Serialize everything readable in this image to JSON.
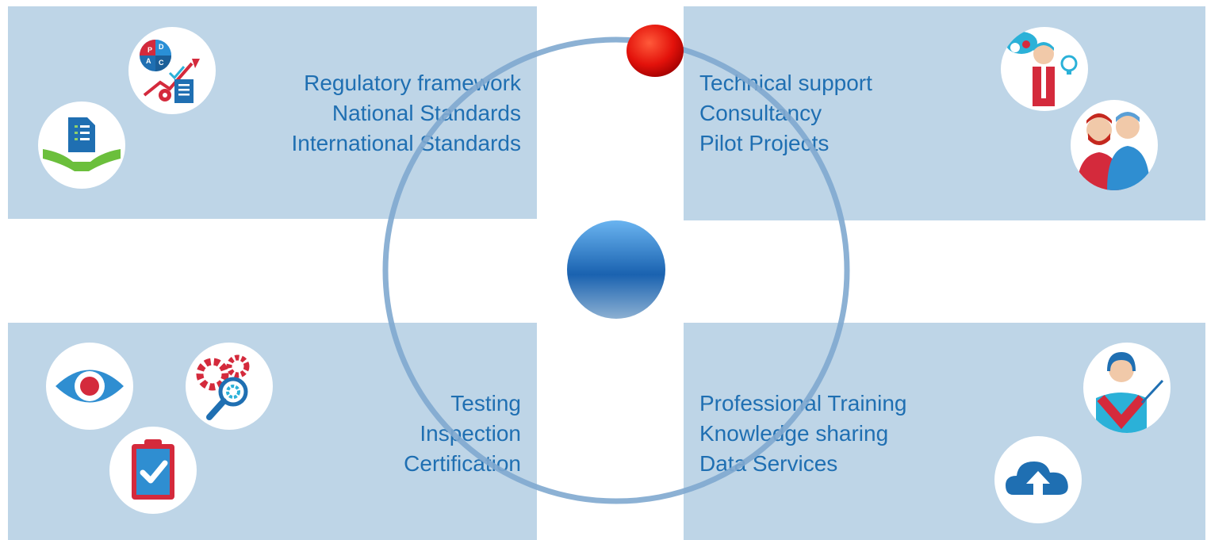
{
  "quadrants": {
    "top_left": {
      "lines": [
        "Regulatory framework",
        "National Standards",
        "International Standards"
      ]
    },
    "top_right": {
      "lines": [
        "Technical support",
        "Consultancy",
        "Pilot Projects"
      ]
    },
    "bottom_left": {
      "lines": [
        "Testing",
        "Inspection",
        "Certification"
      ]
    },
    "bottom_right": {
      "lines": [
        "Professional Training",
        "Knowledge sharing",
        "Data Services"
      ]
    }
  },
  "pdca_letters": [
    "P",
    "D",
    "A",
    "C"
  ],
  "colors": {
    "panel": "#bed5e7",
    "text": "#1f6fb2",
    "ring": "#7fa9cf",
    "center_sphere": "#1a6fc0",
    "orbit_sphere": "#e3120b"
  },
  "icons": [
    "pdca-chart-icon",
    "checklist-hands-icon",
    "cloud-gears-person-icon",
    "team-people-icon",
    "eye-icon",
    "gears-magnifier-icon",
    "clipboard-check-icon",
    "teacher-pointer-icon",
    "cloud-upload-icon"
  ]
}
